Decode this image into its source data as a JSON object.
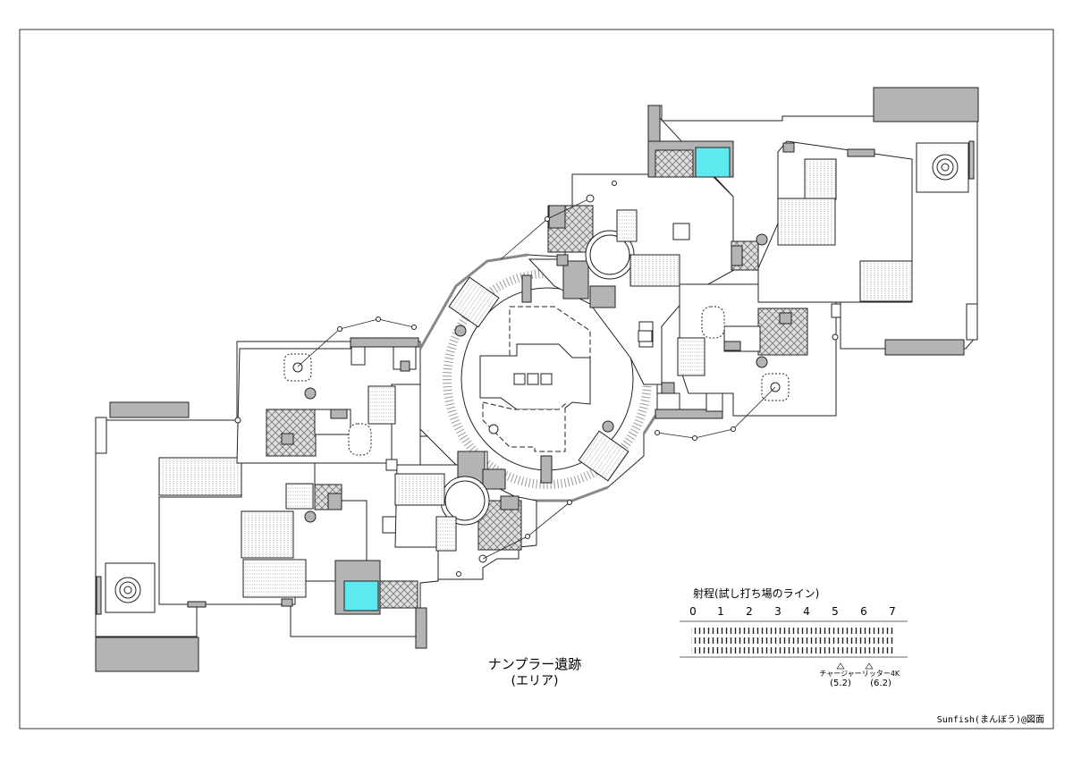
{
  "map": {
    "title": "ナンプラー遺跡",
    "subtitle": "(エリア)",
    "credit": "Sunfish(まんぼう)@図面"
  },
  "range_scale": {
    "title": "射程(試し打ち場のライン)",
    "ticks": [
      "0",
      "1",
      "2",
      "3",
      "4",
      "5",
      "6",
      "7"
    ],
    "markers": [
      {
        "name": "チャージャー",
        "value": "(5.2)"
      },
      {
        "name": "リッター4K",
        "value": "(6.2)"
      }
    ]
  },
  "colors": {
    "wall": "#b4b4b4",
    "water": "#5ee8f0",
    "line": "#222222",
    "paper": "#ffffff"
  }
}
